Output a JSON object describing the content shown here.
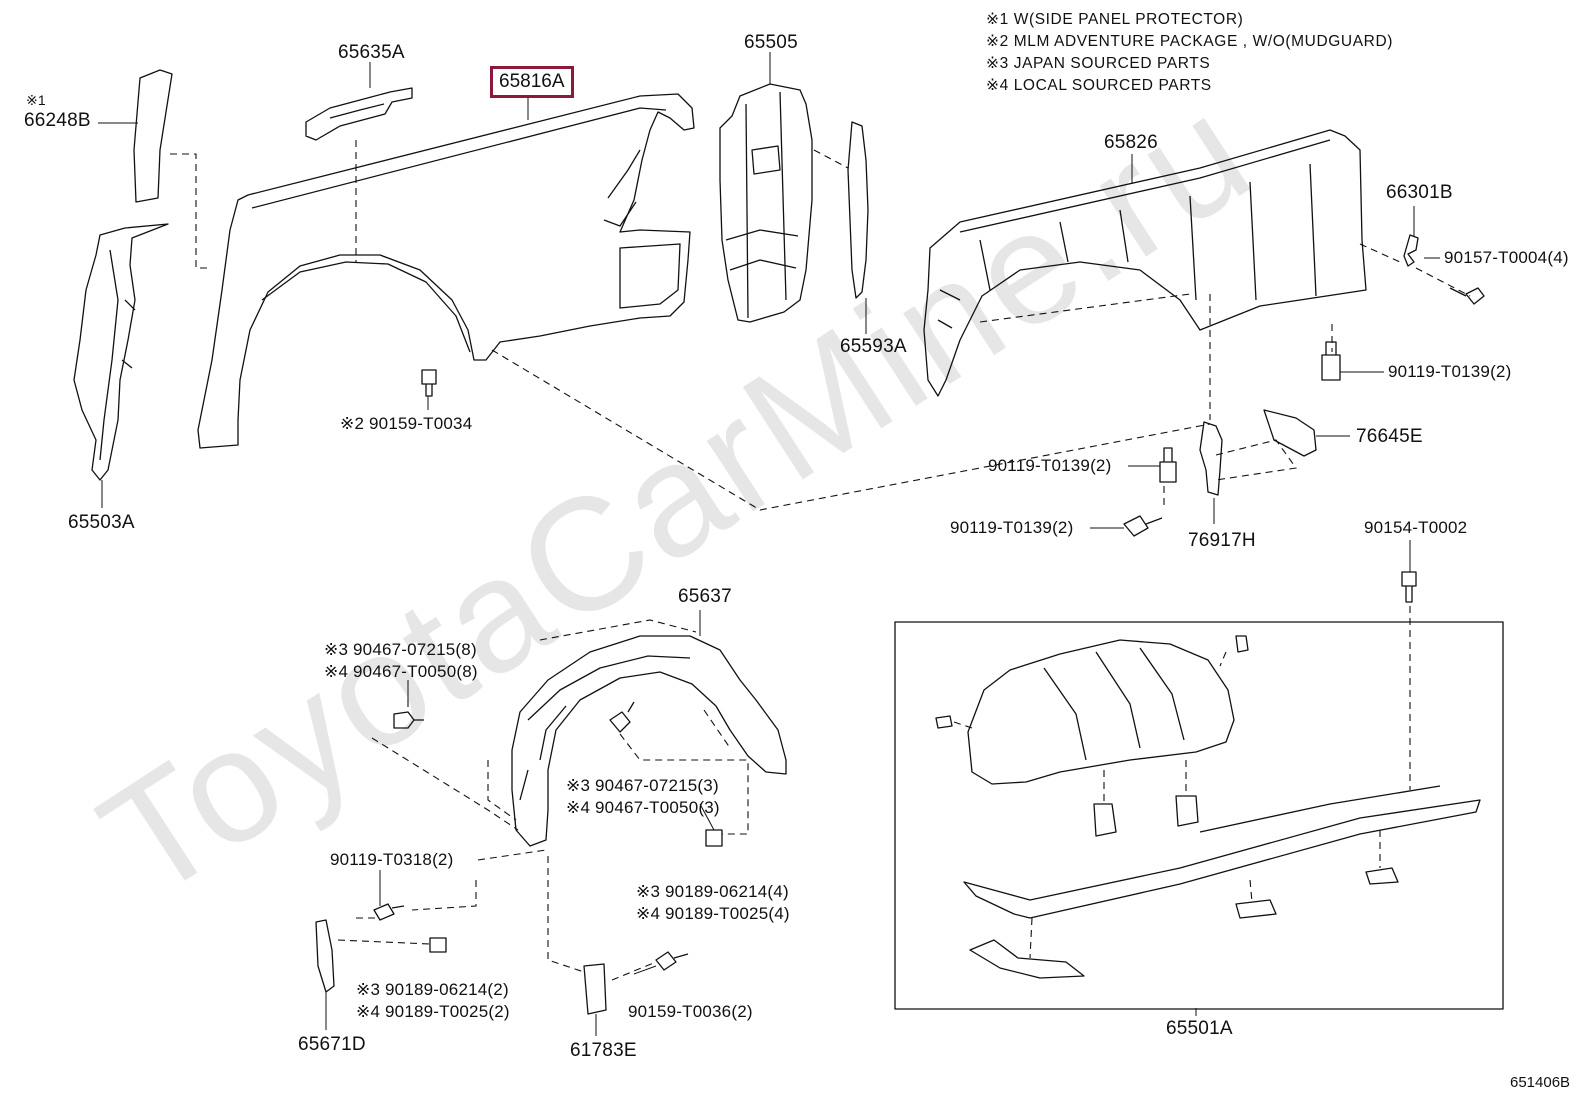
{
  "watermark": "ToyotaCarMine.ru",
  "diagram_id": "651406B",
  "notes": [
    "※1 W(SIDE PANEL PROTECTOR)",
    "※2 MLM ADVENTURE PACKAGE , W/O(MUDGUARD)",
    "※3 JAPAN SOURCED PARTS",
    "※4 LOCAL SOURCED PARTS"
  ],
  "parts": {
    "p66248b_note": "※1",
    "p66248b": "66248B",
    "p65635a": "65635A",
    "p65816a": "65816A",
    "p65505": "65505",
    "p65593a": "65593A",
    "p65826": "65826",
    "p66301b": "66301B",
    "p90157": "90157-T0004(4)",
    "p90119_a": "90119-T0139(2)",
    "p76645e": "76645E",
    "p90119_b": "90119-T0139(2)",
    "p90119_c": "90119-T0139(2)",
    "p76917h": "76917H",
    "p90159_t0034": "※2 90159-T0034",
    "p65503a": "65503A",
    "p90154": "90154-T0002",
    "p65637": "65637",
    "p90467_8a": "※3 90467-07215(8)",
    "p90467_8b": "※4 90467-T0050(8)",
    "p90467_3a": "※3 90467-07215(3)",
    "p90467_3b": "※4 90467-T0050(3)",
    "p90119_t0318": "90119-T0318(2)",
    "p90189_4a": "※3 90189-06214(4)",
    "p90189_4b": "※4 90189-T0025(4)",
    "p90189_2a": "※3 90189-06214(2)",
    "p90189_2b": "※4 90189-T0025(2)",
    "p90159_t0036": "90159-T0036(2)",
    "p65671d": "65671D",
    "p61783e": "61783E",
    "p65501a": "65501A"
  },
  "highlight_color": "#8b1a3a"
}
